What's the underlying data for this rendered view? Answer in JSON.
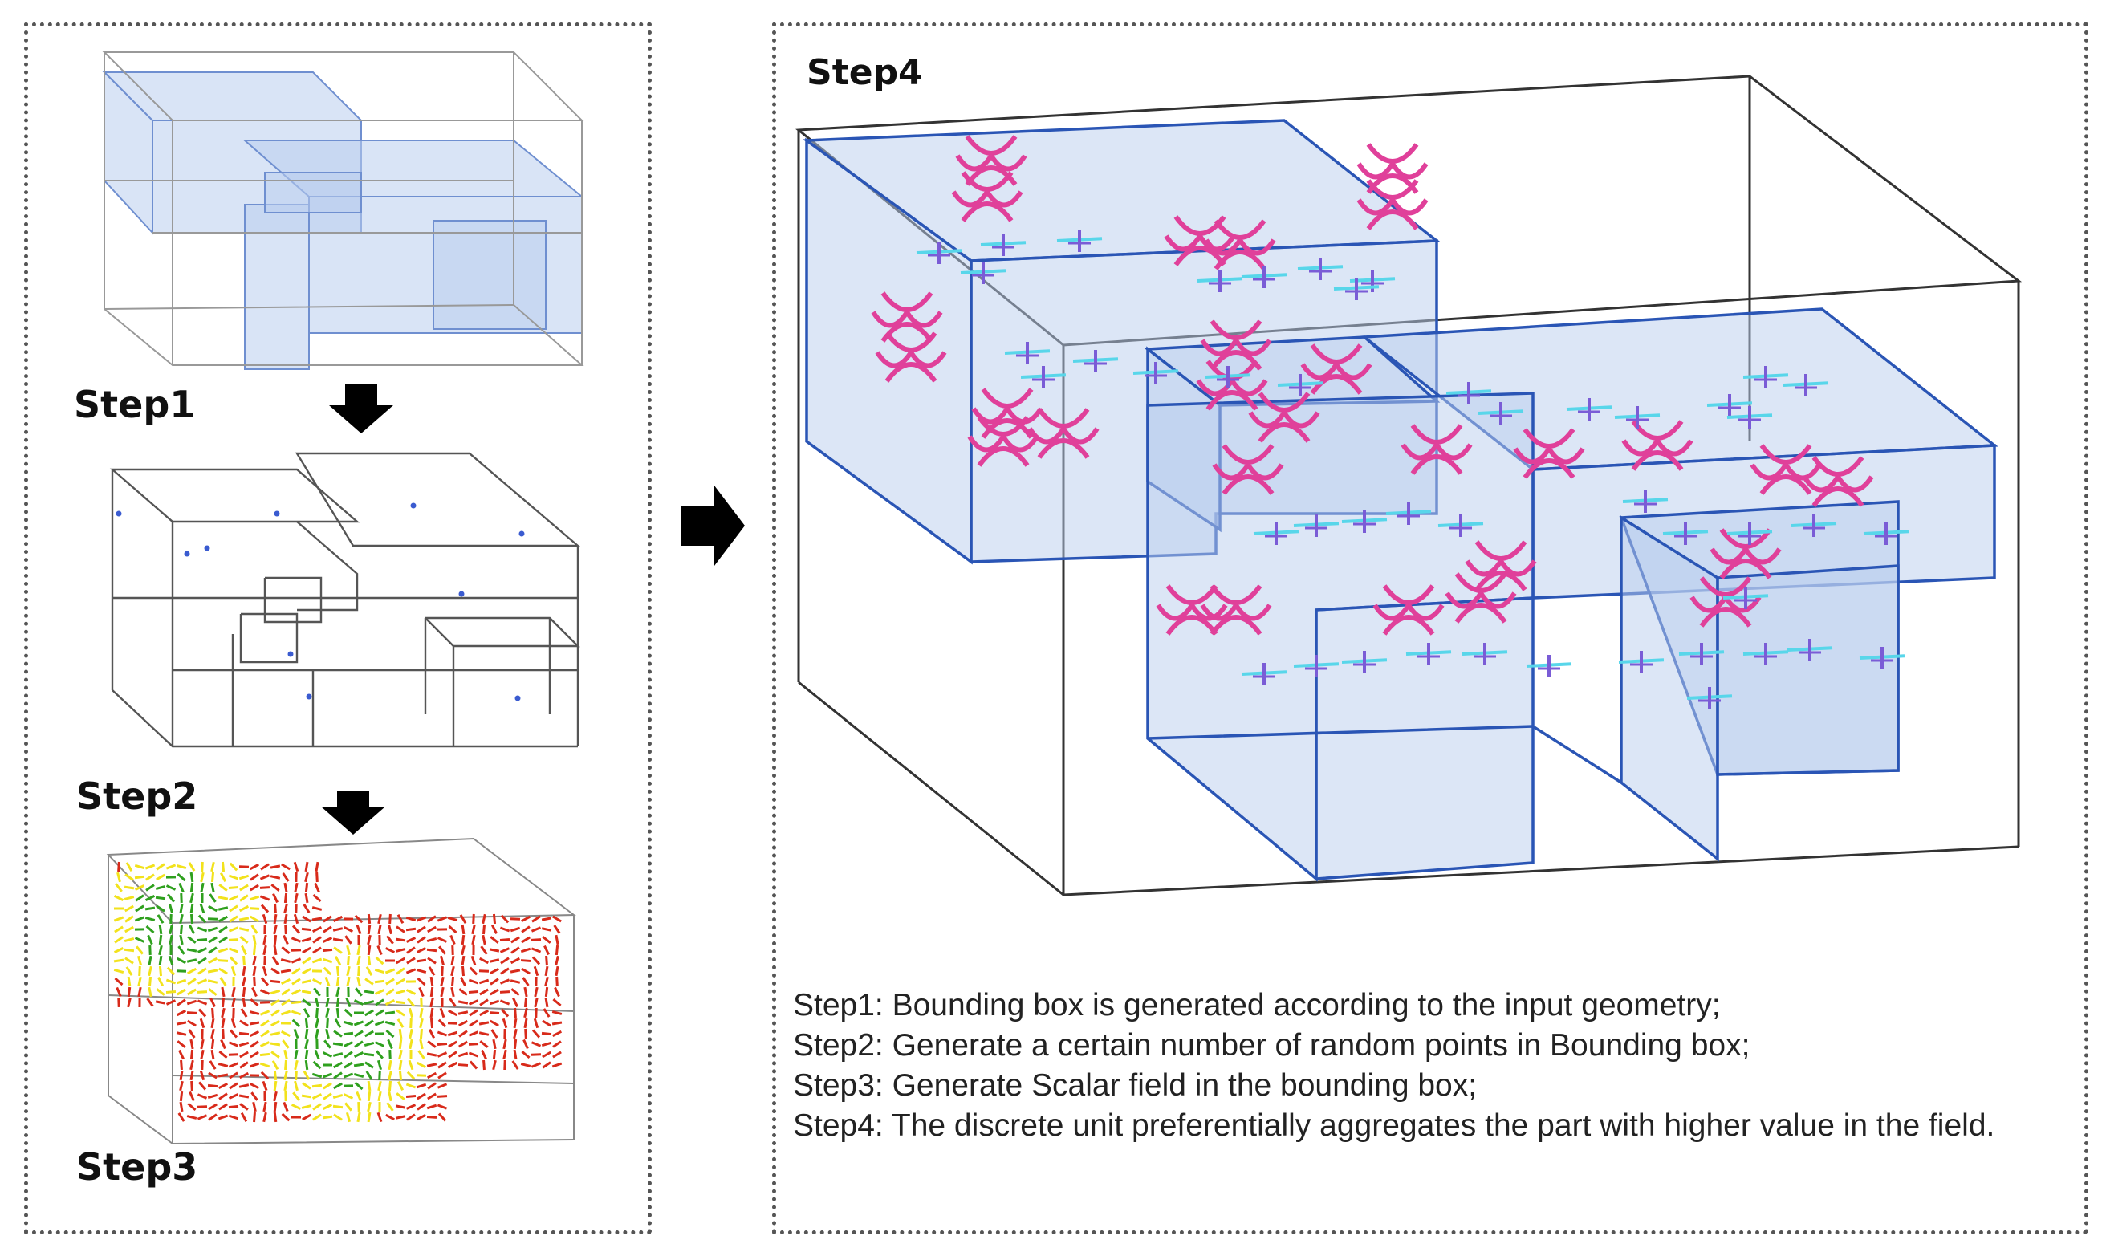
{
  "labels": {
    "step1": "Step1",
    "step2": "Step2",
    "step3": "Step3",
    "step4": "Step4"
  },
  "legend": [
    "Step1: Bounding box is generated according to the input geometry;",
    "Step2: Generate a certain number of random points in Bounding box;",
    "Step3: Generate Scalar field in the bounding box;",
    "Step4: The discrete unit preferentially aggregates the part with higher value in the field."
  ],
  "colors": {
    "volume_fill": "#b9cdee",
    "volume_edge": "#2a55b5",
    "wire": "#777777",
    "unit_magenta": "#e0409a",
    "unit_cyan": "#58d6ea",
    "unit_purple": "#7a5cd6",
    "field_red": "#d82a1a",
    "field_yellow": "#f2e21c",
    "field_green": "#2fa01e",
    "arrow": "#000000"
  },
  "icons": [
    "down-arrow-icon",
    "right-arrow-icon"
  ]
}
